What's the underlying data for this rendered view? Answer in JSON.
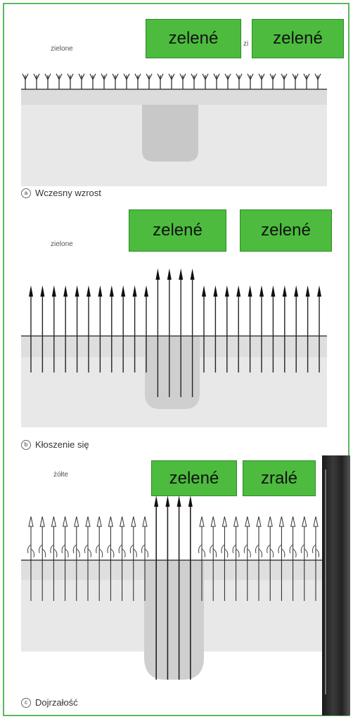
{
  "panels": [
    {
      "top_label": "zielone",
      "caption_letter": "a",
      "caption": "Wczesny wzrost",
      "tags": [
        "zelené",
        "zelené"
      ],
      "top_label_partial": "zi"
    },
    {
      "top_label": "zielone",
      "caption_letter": "b",
      "caption": "Kłoszenie się",
      "tags": [
        "zelené",
        "zelené"
      ]
    },
    {
      "top_label": "żółte",
      "caption_letter": "c",
      "caption": "Dojrzałość",
      "tags": [
        "zelené",
        "zralé"
      ]
    }
  ],
  "colors": {
    "frame": "#5cb85c",
    "tag_bg": "#4cbb3e",
    "soil": "#e8e8e8",
    "soil_dark": "#cfcfcf"
  }
}
